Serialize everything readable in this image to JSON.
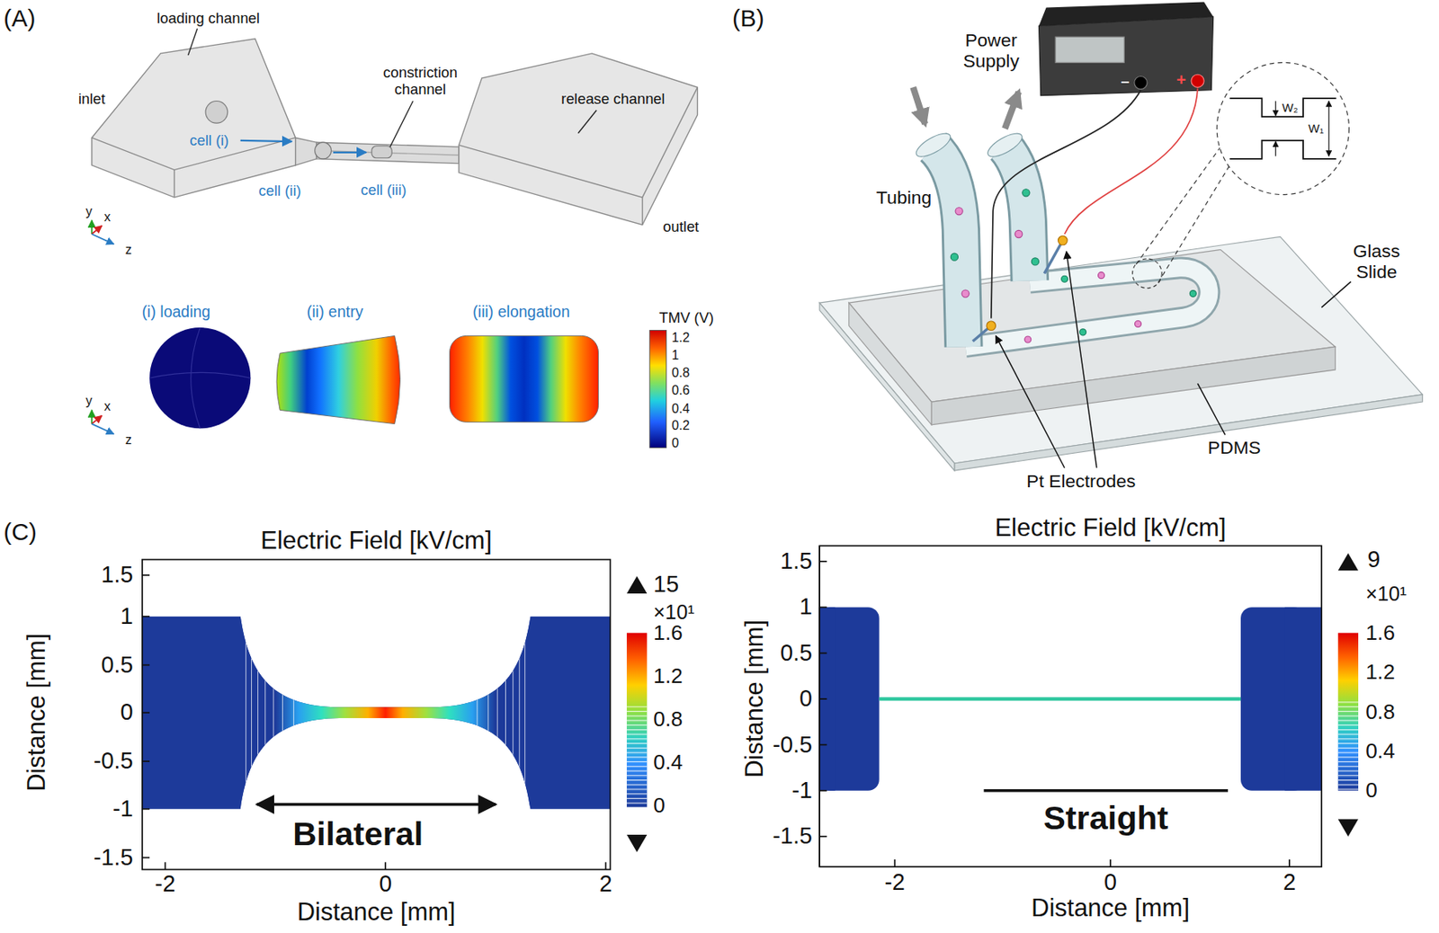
{
  "diagram": {
    "labels": [
      "(A)",
      "loading channel",
      "inlet",
      "constriction channel",
      "release channel",
      "cell (i)",
      "cell (ii)",
      "cell (iii)",
      "outlet",
      "y",
      "x",
      "z",
      "(i) loading",
      "(ii) entry",
      "(iii) elongation",
      "y",
      "x",
      "z",
      "TMV (V)",
      "1.2",
      "1",
      "0.8",
      "0.6",
      "0.4",
      "0.2",
      "0",
      "(B)",
      "Power Supply",
      "−",
      "+",
      "Tubing",
      "Glass Slide",
      "PDMS",
      "Pt Electrodes",
      "W₂",
      "W₁",
      "(C)",
      "Electric Field [kV/cm]",
      "1.5",
      "1",
      "0.5",
      "0",
      "-0.5",
      "-1",
      "-1.5",
      "-2",
      "0",
      "2",
      "Distance [mm]",
      "Distance [mm]",
      "Bilateral",
      "15",
      "×10¹",
      "1.6",
      "1.2",
      "0.8",
      "0.4",
      "0",
      "Electric Field [kV/cm]",
      "1.5",
      "1",
      "0.5",
      "0",
      "-0.5",
      "-1",
      "-1.5",
      "-2",
      "0",
      "2",
      "Distance [mm]",
      "Distance [mm]",
      "Straight",
      "9",
      "×10¹",
      "1.6",
      "1.2",
      "0.8",
      "0.4",
      "0"
    ]
  }
}
